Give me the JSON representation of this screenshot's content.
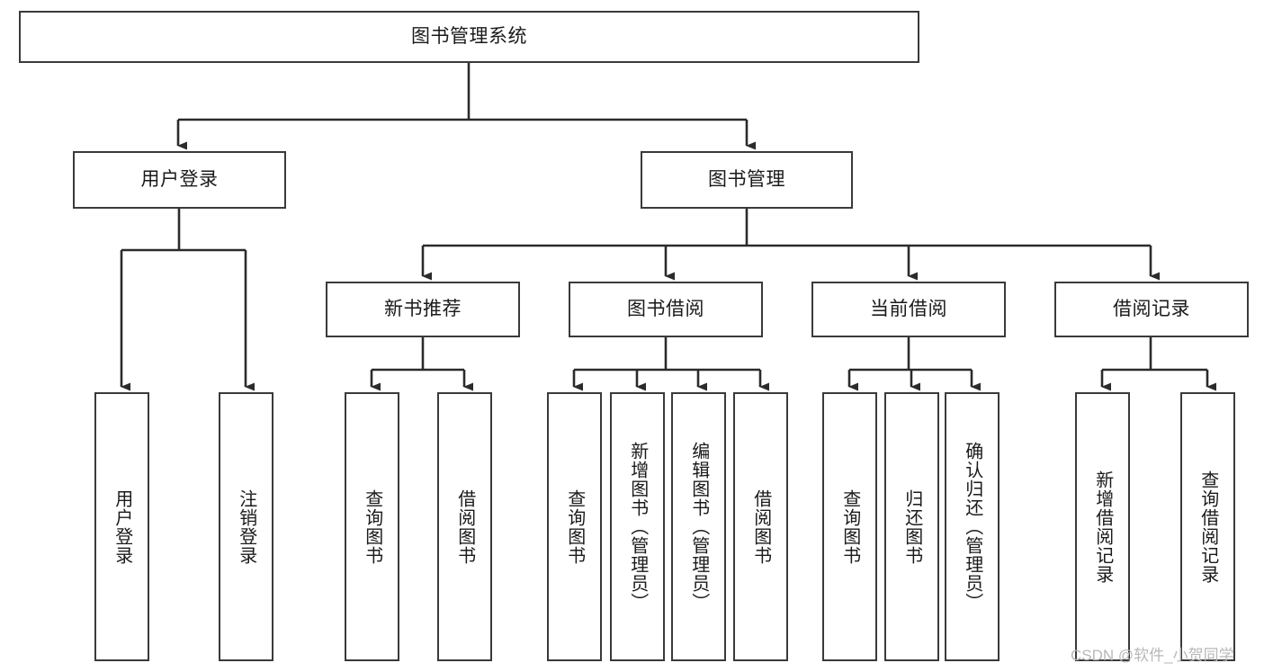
{
  "diagram": {
    "title": "图书管理系统",
    "type": "tree-hierarchy-function-chart",
    "watermark": "CSDN @软件_小贺同学",
    "colors": {
      "box_border": "#3a3a3a",
      "box_fill": "#ffffff",
      "text": "#1a1a1a",
      "edge": "#2b2b2b",
      "watermark": "#b8b8b8"
    },
    "root": {
      "label": "图书管理系统"
    },
    "level2": [
      {
        "label": "用户登录"
      },
      {
        "label": "图书管理"
      }
    ],
    "level3": [
      {
        "label": "新书推荐"
      },
      {
        "label": "图书借阅"
      },
      {
        "label": "当前借阅"
      },
      {
        "label": "借阅记录"
      }
    ],
    "leaves": {
      "user_login": [
        {
          "label": "用户登录"
        },
        {
          "label": "注销登录"
        }
      ],
      "new_book_recommend": [
        {
          "label": "查询图书"
        },
        {
          "label": "借阅图书"
        }
      ],
      "book_borrow": [
        {
          "label": "查询图书"
        },
        {
          "label": "新增图书（管理员）"
        },
        {
          "label": "编辑图书（管理员）"
        },
        {
          "label": "借阅图书"
        }
      ],
      "current_borrow": [
        {
          "label": "查询图书"
        },
        {
          "label": "归还图书"
        },
        {
          "label": "确认归还（管理员）"
        }
      ],
      "borrow_record": [
        {
          "label": "新增借阅记录"
        },
        {
          "label": "查询借阅记录"
        }
      ]
    }
  }
}
